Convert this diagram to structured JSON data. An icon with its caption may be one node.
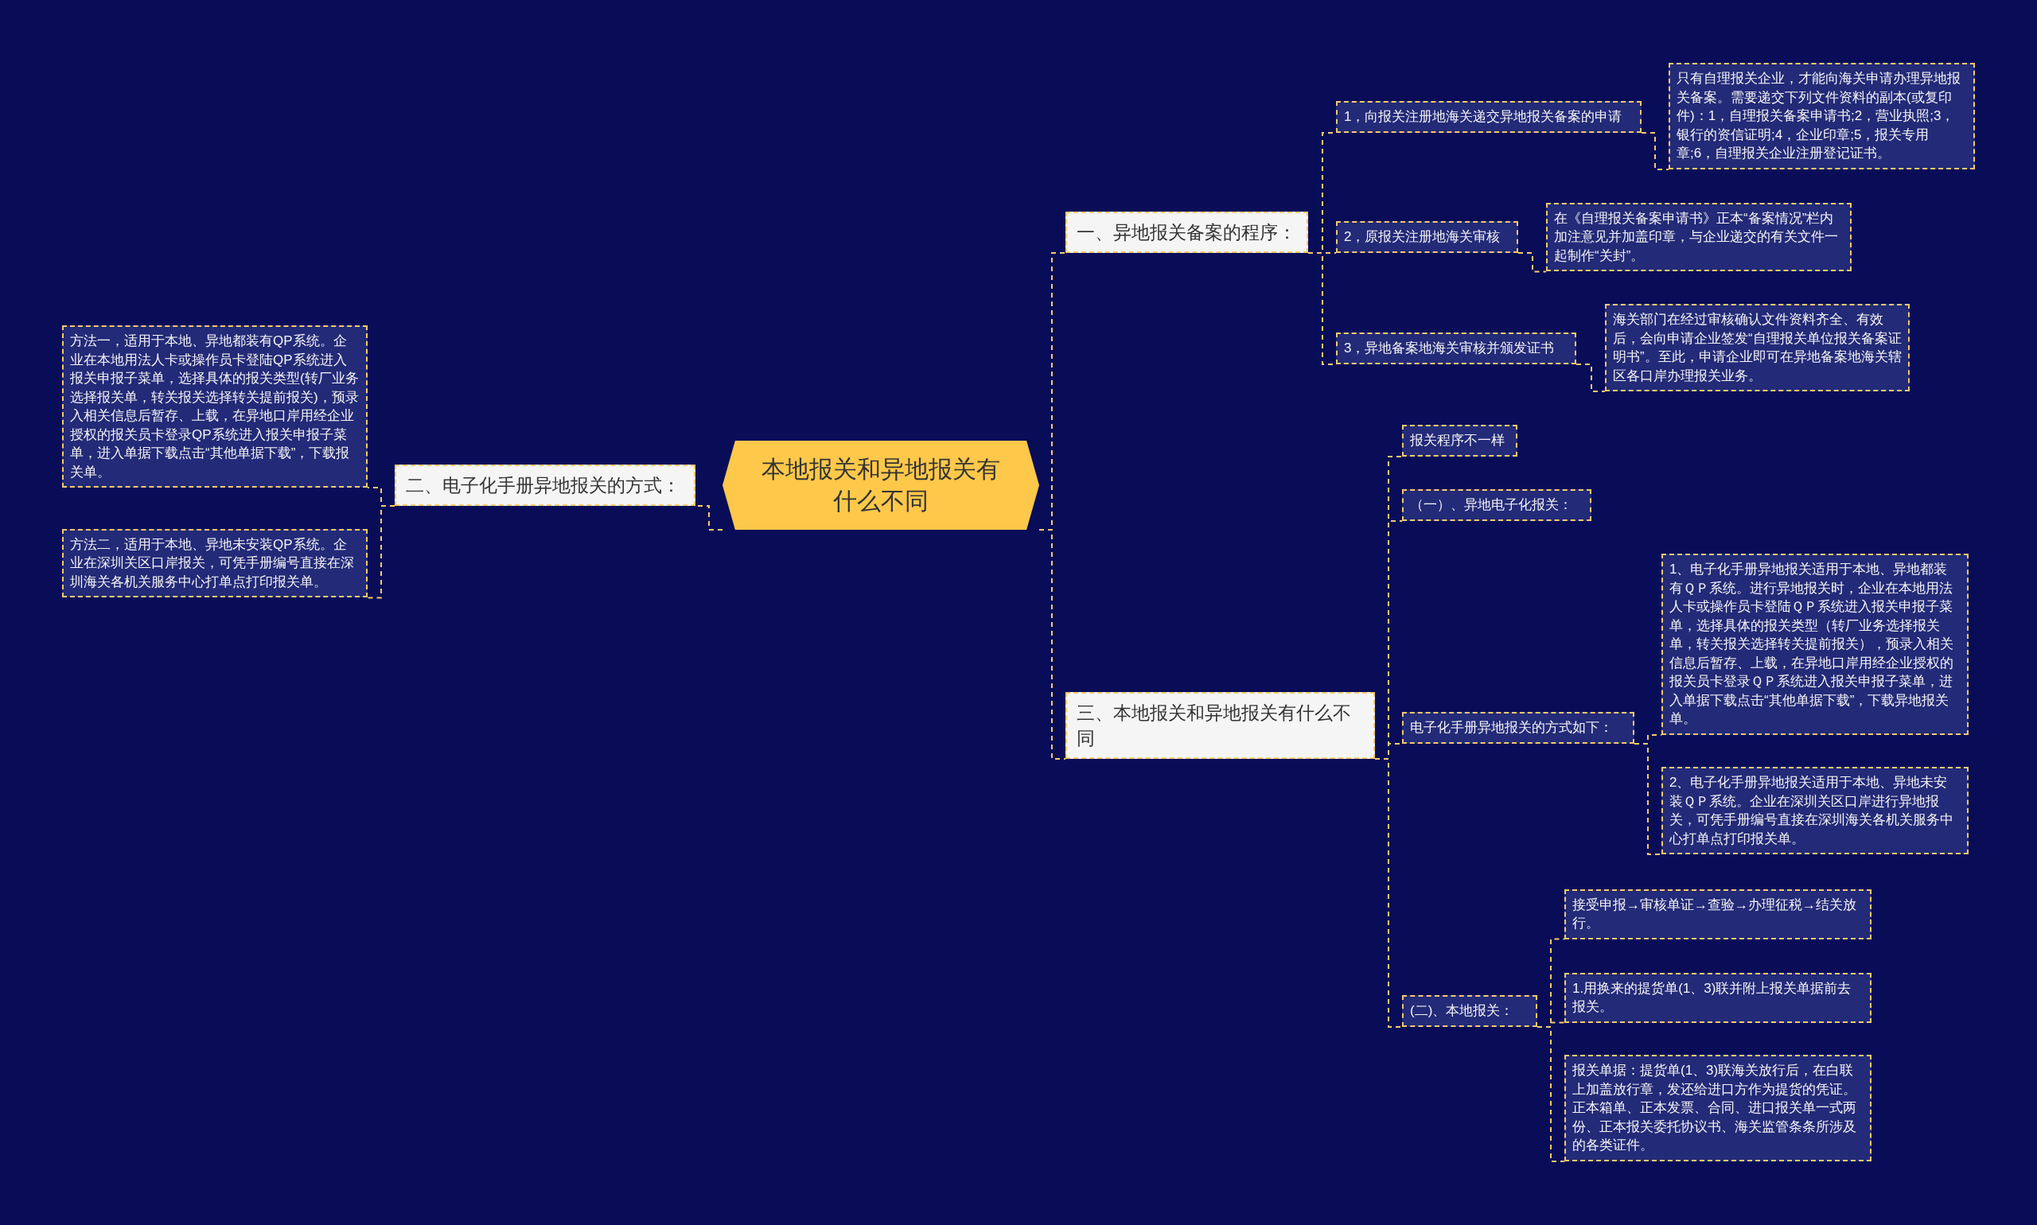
{
  "diagram": {
    "nodes": [
      {
        "text": [
          "本地报关和异地报关有什么不同"
        ]
      },
      {
        "text": [
          "一、异地报关备案的程序："
        ]
      },
      {
        "text": [
          "1，向报关注册地海关递交异地报关备案的申请"
        ]
      },
      {
        "text": [
          "只有自理报关企业，才能向海关申请办理异地报关备案。需要递交下列文件资料的副本(或复印件)：1，自理报关备案申请书;2，营业执照;3，银行的资信证明;4，企业印章;5，报关专用章;6，自理报关企业注册登记证书。"
        ]
      },
      {
        "text": [
          "2，原报关注册地海关审核"
        ]
      },
      {
        "text": [
          "在《自理报关备案申请书》正本“备案情况”栏内加注意见并加盖印章，与企业递交的有关文件一起制作“关封”。"
        ]
      },
      {
        "text": [
          "3，异地备案地海关审核并颁发证书"
        ]
      },
      {
        "text": [
          "海关部门在经过审核确认文件资料齐全、有效后，会向申请企业签发“自理报关单位报关备案证明书”。至此，申请企业即可在异地备案地海关辖区各口岸办理报关业务。"
        ]
      },
      {
        "text": [
          "二、电子化手册异地报关的方式："
        ]
      },
      {
        "text": [
          "方法一，适用于本地、异地都装有QP系统。企业在本地用法人卡或操作员卡登陆QP系统进入报关申报子菜单，选择具体的报关类型(转厂业务选择报关单，转关报关选择转关提前报关)，预录入相关信息后暂存、上载，在异地口岸用经企业授权的报关员卡登录QP系统进入报关申报子菜单，进入单据下载点击“其他单据下载”，下载报关单。"
        ]
      },
      {
        "text": [
          "方法二，适用于本地、异地未安装QP系统。企业在深圳关区口岸报关，可凭手册编号直接在深圳海关各机关服务中心打单点打印报关单。"
        ]
      },
      {
        "text": [
          "三、本地报关和异地报关有什么不同"
        ]
      },
      {
        "text": [
          "报关程序不一样"
        ]
      },
      {
        "text": [
          "（一）、异地电子化报关："
        ]
      },
      {
        "text": [
          "电子化手册异地报关的方式如下："
        ]
      },
      {
        "text": [
          "1、电子化手册异地报关适用于本地、异地都装有ＱＰ系统。进行异地报关时，企业在本地用法人卡或操作员卡登陆ＱＰ系统进入报关申报子菜单，选择具体的报关类型（转厂业务选择报关单，转关报关选择转关提前报关），预录入相关信息后暂存、上载，在异地口岸用经企业授权的报关员卡登录ＱＰ系统进入报关申报子菜单，进入单据下载点击“其他单据下载”，下载异地报关单。"
        ]
      },
      {
        "text": [
          "2、电子化手册异地报关适用于本地、异地未安装ＱＰ系统。企业在深圳关区口岸进行异地报关，可凭手册编号直接在深圳海关各机关服务中心打单点打印报关单。"
        ]
      },
      {
        "text": [
          "(二)、本地报关："
        ]
      },
      {
        "text": [
          "接受申报→审核单证→查验→办理征税→结关放行。"
        ]
      },
      {
        "text": [
          "1.用换来的提货单(1、3)联并附上报关单据前去报关。"
        ]
      },
      {
        "text": [
          "报关单据：提货单(1、3)联海关放行后，在白联上加盖放行章，发还给进口方作为提货的凭证。正本箱单、正本发票、合同、进口报关单一式两份、正本报关委托协议书、海关监管条条所涉及的各类证件。"
        ]
      }
    ],
    "edges": [
      {
        "from": 0,
        "to": 1,
        "arrow": "none"
      },
      {
        "from": 1,
        "to": 2,
        "arrow": "none"
      },
      {
        "from": 2,
        "to": 3,
        "arrow": "none"
      },
      {
        "from": 1,
        "to": 4,
        "arrow": "none"
      },
      {
        "from": 4,
        "to": 5,
        "arrow": "none"
      },
      {
        "from": 1,
        "to": 6,
        "arrow": "none"
      },
      {
        "from": 6,
        "to": 7,
        "arrow": "none"
      },
      {
        "from": 0,
        "to": 8,
        "arrow": "none"
      },
      {
        "from": 8,
        "to": 9,
        "arrow": "none"
      },
      {
        "from": 8,
        "to": 10,
        "arrow": "none"
      },
      {
        "from": 0,
        "to": 11,
        "arrow": "none"
      },
      {
        "from": 11,
        "to": 12,
        "arrow": "none"
      },
      {
        "from": 11,
        "to": 13,
        "arrow": "none"
      },
      {
        "from": 11,
        "to": 14,
        "arrow": "none"
      },
      {
        "from": 14,
        "to": 15,
        "arrow": "none"
      },
      {
        "from": 14,
        "to": 16,
        "arrow": "none"
      },
      {
        "from": 11,
        "to": 17,
        "arrow": "none"
      },
      {
        "from": 17,
        "to": 18,
        "arrow": "none"
      },
      {
        "from": 17,
        "to": 19,
        "arrow": "none"
      },
      {
        "from": 17,
        "to": 20,
        "arrow": "none"
      }
    ]
  }
}
